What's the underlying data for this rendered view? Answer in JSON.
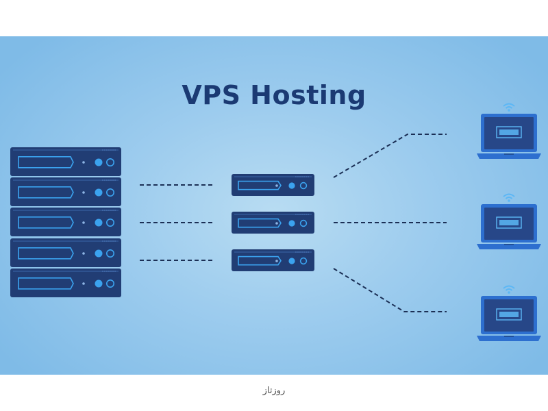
{
  "title": "VPS Hosting",
  "footer_caption": "روزتاز",
  "colors": {
    "background": "#9dccee",
    "title": "#1b3a73",
    "server": "#213d74",
    "server_accent": "#3ba3ef",
    "laptop_body": "#2d6fcf",
    "laptop_screen": "#274788",
    "laptop_accent": "#5cb7f5",
    "connector": "#1b2f55"
  },
  "diagram": {
    "main_server_units": 5,
    "virtual_servers": 3,
    "clients": 3,
    "icons": [
      "server-rack-icon",
      "virtual-server-icon",
      "laptop-icon",
      "wifi-icon"
    ]
  }
}
